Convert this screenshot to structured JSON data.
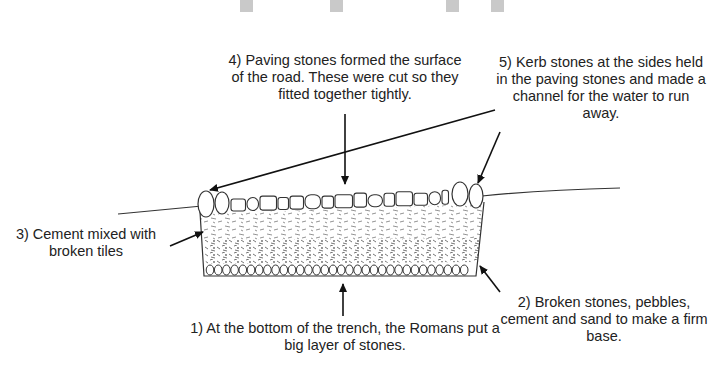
{
  "diagram": {
    "labels": [
      "4) Paving stones formed the surface of the road. These were cut so they fitted together tightly.",
      "5) Kerb stones at the sides held in the paving stones and made a channel for the water to run away.",
      "3) Cement mixed with broken tiles",
      "2) Broken stones, pebbles, cement and sand to make a firm base.",
      "1) At the bottom of the trench, the Romans put a big layer of stones."
    ]
  }
}
